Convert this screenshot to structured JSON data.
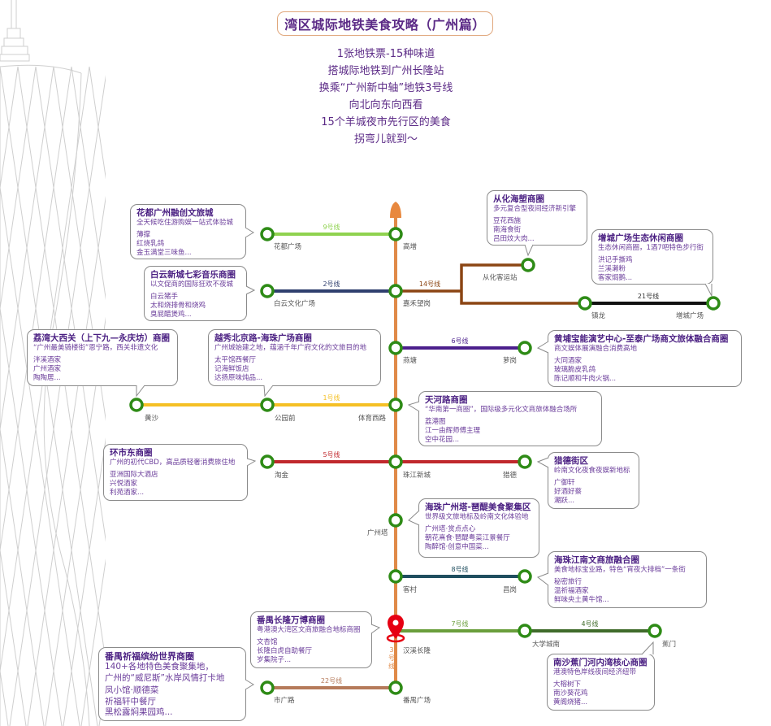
{
  "header": {
    "title": "湾区城际地铁美食攻略（广州篇）",
    "intro_lines": [
      "1张地铁票-15种味道",
      "搭城际地铁到广州长隆站",
      "换乘“广州新中轴”地铁3号线",
      "向北向东向西看",
      "15个羊城夜市先行区的美食",
      "拐弯儿就到～"
    ]
  },
  "colors": {
    "title_purple": "#5b2a86",
    "line3_trunk": "#e08a48",
    "station_ring": "#2e8b16",
    "location_pin": "#e60012"
  },
  "lines": {
    "line3": {
      "label": "3号线",
      "color": "#e08a48"
    },
    "line9": {
      "label": "9号线",
      "color": "#8fd24f"
    },
    "line2": {
      "label": "2号线",
      "color": "#2f3f6e"
    },
    "line14": {
      "label": "14号线",
      "color": "#8b4513"
    },
    "line21": {
      "label": "21号线",
      "color": "#111111"
    },
    "line6": {
      "label": "6号线",
      "color": "#4b1f8c"
    },
    "line1": {
      "label": "1号线",
      "color": "#f5c025"
    },
    "line5": {
      "label": "5号线",
      "color": "#c0282d"
    },
    "line8": {
      "label": "8号线",
      "color": "#1f4e5f"
    },
    "line7": {
      "label": "7号线",
      "color": "#6a9e3c"
    },
    "line4": {
      "label": "4号线",
      "color": "#3f6b2a"
    },
    "line22": {
      "label": "22号线",
      "color": "#b57a5a"
    }
  },
  "stations": {
    "gaozeng": "高增",
    "huadu_guangchang": "花都广场",
    "jiahe_wanggang": "嘉禾望岗",
    "baiyun_wenhua_guangchang": "白云文化广场",
    "conghua_keyunzhan": "从化客运站",
    "zhenlong": "镇龙",
    "zengcheng_guangchang": "增城广场",
    "yantang": "燕塘",
    "luogang": "萝岗",
    "tiyu_xilu": "体育西路",
    "gongyuanqian": "公园前",
    "huangsha": "黄沙",
    "zhujiang_xincheng": "珠江新城",
    "taojin": "淘金",
    "liede": "猎德",
    "guangzhou_ta": "广州塔",
    "kecun": "客村",
    "changgang": "昌岗",
    "hanxi_changlong": "汉溪长隆",
    "daxuecheng_nan": "大学城南",
    "jiaomen": "蕉门",
    "panyu_guangchang": "番禺广场",
    "shiguanglu": "市广路"
  },
  "callouts": {
    "huadu": {
      "title": "花都广州融创文旅城",
      "subtitle": "全天候吃住游购娱一站式体验城",
      "items": [
        "薄撑",
        "红烧乳鸽",
        "金玉满堂三味鱼..."
      ]
    },
    "baiyun": {
      "title": "白云新城七彩音乐商圈",
      "subtitle": "以文促商的国际狂欢不夜城",
      "items": [
        "白云猪手",
        "太和烧排骨和烧鸡",
        "臭屁醋煲鸡..."
      ]
    },
    "conghua": {
      "title": "从化海塱商圈",
      "subtitle": "多元复合型夜间经济新引擎",
      "items": [
        "豆花西施",
        "南海食街",
        "吕田炆大肉..."
      ]
    },
    "zengcheng": {
      "title": "增城广场生态休闲商圈",
      "subtitle": "生态休闲商圈，1酒7吧特色步行街",
      "items": [
        "洪记手撕鸡",
        "兰溪濑粉",
        "客家焗鹅..."
      ]
    },
    "liwan": {
      "title": "荔湾大西关（上下九—永庆坊）商圈",
      "subtitle": "“广州最美骑楼街”恩宁路，西关非遗文化",
      "items": [
        "泮溪酒家",
        "广州酒家",
        "陶陶居..."
      ]
    },
    "yuexiu": {
      "title": "越秀北京路-海珠广场商圈",
      "subtitle": "广州城始建之地，蕴涵千年广府文化的文旅目的地",
      "items": [
        "太平馆西餐厅",
        "记海鲜饭店",
        "达扬原味炖品..."
      ]
    },
    "huangpu": {
      "title": "黄埔宝能演艺中心-至泰广场商文旅体融合商圈",
      "subtitle": "商文娱体展演融合消费高地",
      "items": [
        "大同酒家",
        "玻璃脆皮乳鸽",
        "陈记顺和牛肉火锅..."
      ]
    },
    "tianhe": {
      "title": "天河路商圈",
      "subtitle": "“华南第一商圈”，国际级多元化文商旅体融合场所",
      "items": [
        "荔港图",
        "江一由辉师傅主理",
        "空中花园..."
      ]
    },
    "huanshi": {
      "title": "环市东商圈",
      "subtitle": "广州的初代CBD，高品质轻奢消费旅住地",
      "items": [
        "亚洲国际大酒店",
        "兴悦酒家",
        "利苑酒家..."
      ]
    },
    "liede": {
      "title": "猎德街区",
      "subtitle": "岭南文化夜食夜娱新地标",
      "items": [
        "广御轩",
        "好酒好蔡",
        "潮跃..."
      ]
    },
    "haizhu_ta": {
      "title": "海珠广州塔-琶醍美食聚集区",
      "subtitle": "世界级文旅地标及岭南文化体验地",
      "items": [
        "广州塔·赏点点心",
        "朝花熹食·琶醍粤菜江景餐厅",
        "陶醉馆·创意中国菜..."
      ]
    },
    "haizhu_jn": {
      "title": "海珠江南文商旅融合圈",
      "subtitle": "美食地标宝业路，特色“宵夜大排档”一条街",
      "items": [
        "秘密旅行",
        "温祈福酒家",
        "鲜味央土黄牛馆..."
      ]
    },
    "panyu_cl": {
      "title": "番禺长隆万博商圈",
      "subtitle": "粤港澳大湾区文商旅融合地标商圈",
      "items": [
        "文杏馆",
        "长隆白虎自助餐厅",
        "岁集院子..."
      ]
    },
    "panyu_qf": {
      "title": "番禺祈福缤纷世界商圈",
      "subtitle_lines": [
        "140+各地特色美食聚集地，",
        "广州的“威尼斯”水岸风情打卡地"
      ],
      "items": [
        "凤小馆·顺德菜",
        "祈福轩中餐厅",
        "黑松露焖果园鸡..."
      ]
    },
    "nansha": {
      "title": "南沙蕉门河内湾核心商圈",
      "subtitle": "港澳特色岸线夜间经济纽带",
      "items": [
        "大榕树下",
        "南沙葵花鸡",
        "黄阁烧猪..."
      ]
    }
  }
}
